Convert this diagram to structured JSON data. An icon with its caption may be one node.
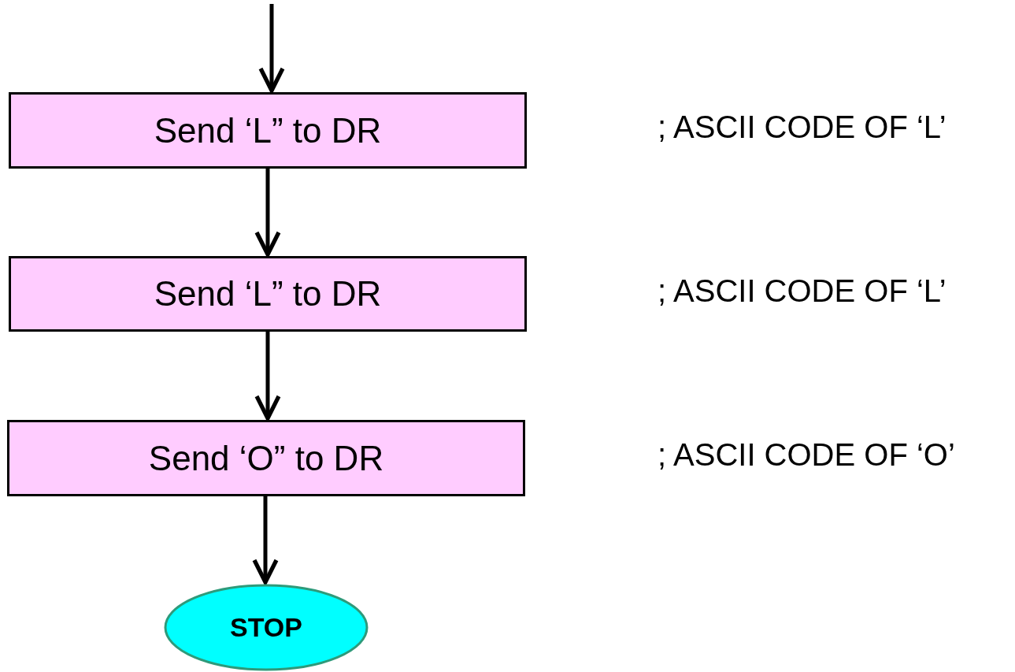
{
  "diagram": {
    "nodes": [
      {
        "text": [
          "Send ‘L” to DR"
        ]
      },
      {
        "text": [
          "Send ‘L” to DR"
        ]
      },
      {
        "text": [
          "Send ‘O” to DR"
        ]
      },
      {
        "text": [
          "STOP"
        ]
      }
    ],
    "edges": [
      {
        "from": null,
        "to": 0,
        "arrow": "to"
      },
      {
        "from": 0,
        "to": 1,
        "arrow": "to"
      },
      {
        "from": 1,
        "to": 2,
        "arrow": "to"
      },
      {
        "from": 2,
        "to": 3,
        "arrow": "to"
      }
    ],
    "labels": [
      "; ASCII CODE OF ‘L’",
      "; ASCII CODE OF ‘L’",
      "; ASCII CODE OF ‘O’"
    ]
  }
}
